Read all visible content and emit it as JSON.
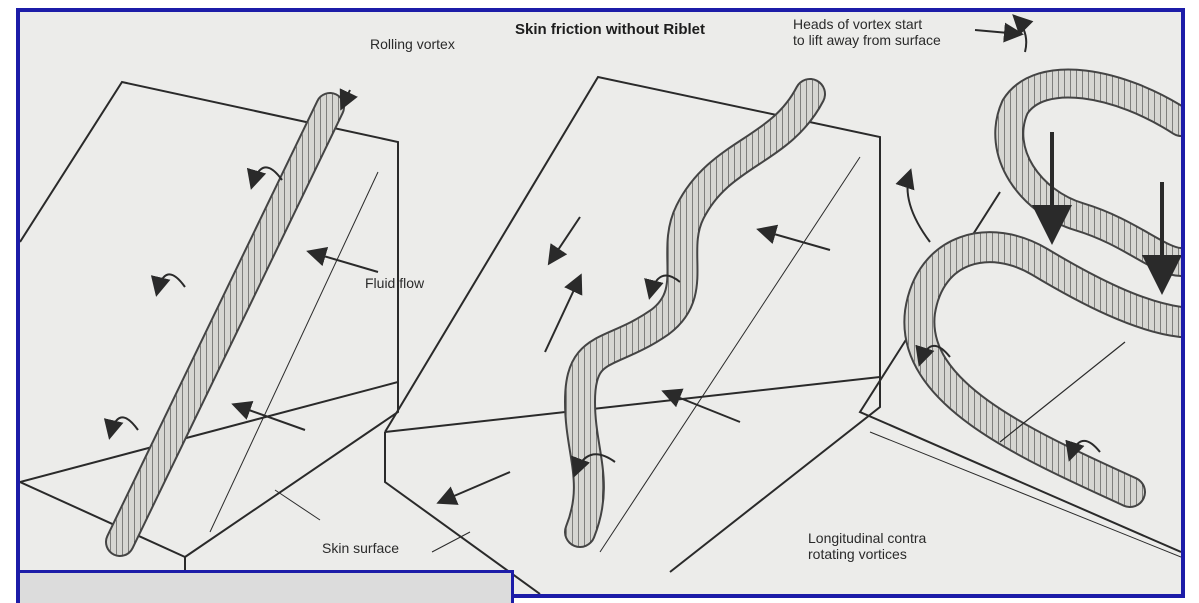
{
  "labels": {
    "title": "Skin friction without Riblet",
    "rolling_vortex": "Rolling vortex",
    "fluid_flow": "Fluid flow",
    "skin_surface": "Skin surface",
    "heads_of_vortex": "Heads of vortex start\nto lift away from surface",
    "longitudinal": "Longitudinal contra\nrotating vortices"
  },
  "colors": {
    "frame": "#1c1ca8",
    "paper": "#ececea",
    "ink": "#2a2a2a"
  }
}
